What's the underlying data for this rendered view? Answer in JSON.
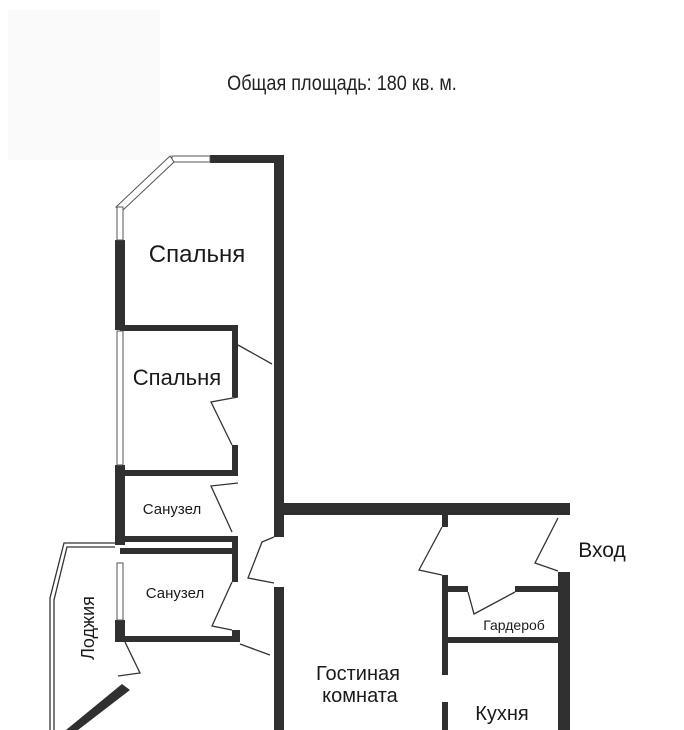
{
  "title": "Общая площадь: 180 кв. м.",
  "rooms": {
    "bedroom1": "Спальня",
    "bedroom2": "Спальня",
    "bathroom1": "Санузел",
    "bathroom2": "Санузел",
    "loggia": "Лоджия",
    "living": [
      "Гостиная",
      "комната"
    ],
    "entrance": "Вход",
    "wardrobe": "Гардероб",
    "kitchen": "Кухня"
  }
}
